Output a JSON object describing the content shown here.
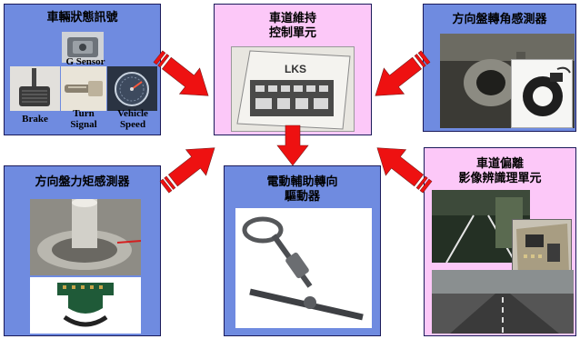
{
  "nodes": {
    "vehicle_status": {
      "title": "車輛狀態訊號",
      "labels": {
        "g_sensor": "G Sensor",
        "brake": "Brake",
        "turn_signal": "Turn\nSignal",
        "vehicle_speed": "Vehicle\nSpeed"
      },
      "color": "#6f8be0"
    },
    "lks_control": {
      "title": "車道維持\n控制單元",
      "pcb_label": "LKS",
      "color": "#fcc8f8"
    },
    "steering_angle": {
      "title": "方向盤轉角感測器",
      "color": "#6f8be0"
    },
    "torque_sensor": {
      "title": "方向盤力矩感測器",
      "color": "#6f8be0"
    },
    "eps_actuator": {
      "title": "電動輔助轉向\n驅動器",
      "color": "#6f8be0"
    },
    "lane_departure": {
      "title": "車道偏離\n影像辨識理單元",
      "color": "#fcc8f8"
    }
  },
  "arrow_color": "#ee1111"
}
